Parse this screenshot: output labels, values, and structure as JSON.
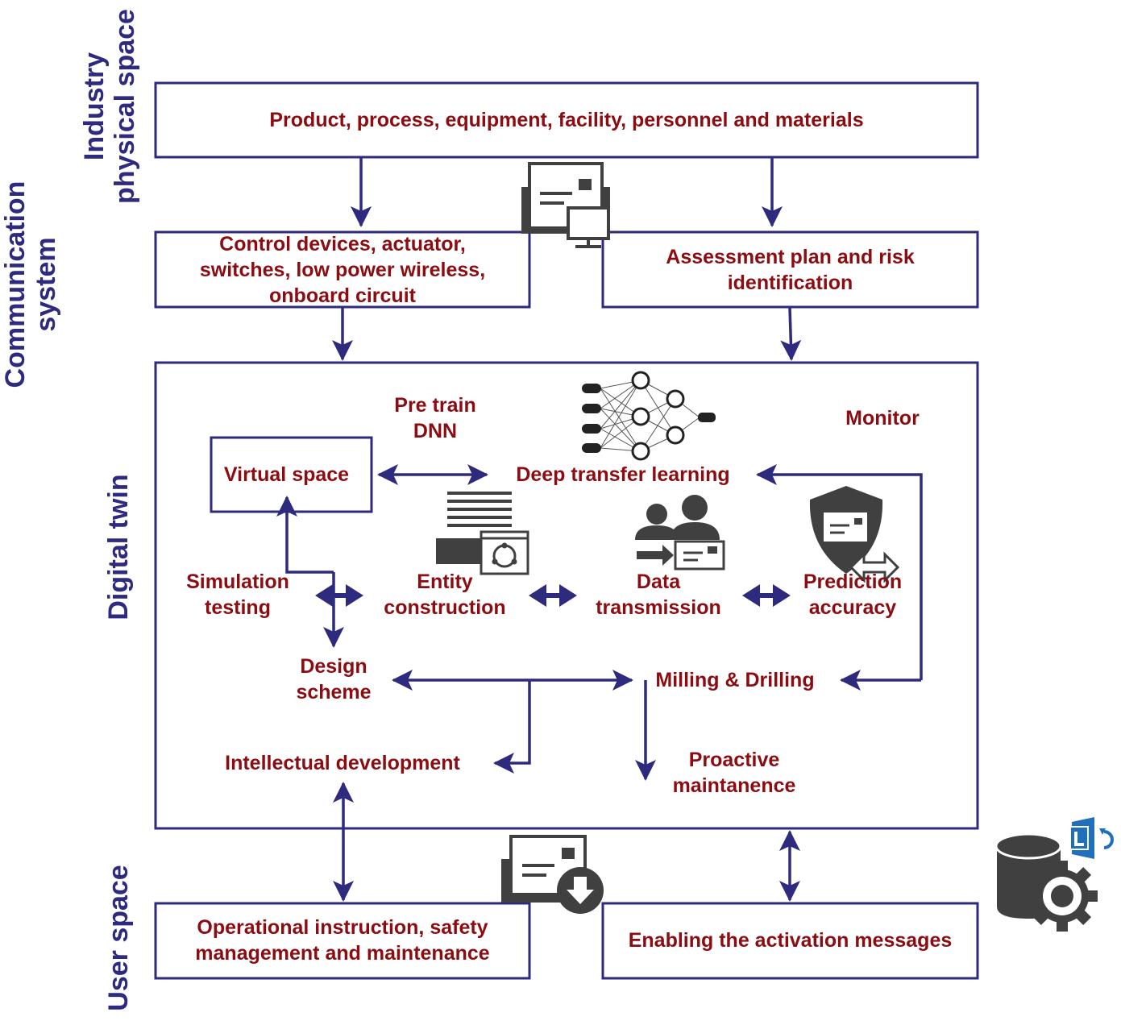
{
  "side_labels": {
    "industry_line1": "Industry",
    "industry_line2": "physical space",
    "communication_line1": "Communication",
    "communication_line2": "system",
    "digital_twin": "Digital twin",
    "user_space": "User space"
  },
  "boxes": {
    "top": "Product, process, equipment, facility, personnel and materials",
    "control_line1": "Control devices, actuator,",
    "control_line2": "switches, low power wireless,",
    "control_line3": "onboard circuit",
    "assessment_line1": "Assessment plan and risk",
    "assessment_line2": "identification",
    "virtual_space": "Virtual space",
    "operational_line1": "Operational instruction, safety",
    "operational_line2": "management and maintenance",
    "enabling": "Enabling the activation messages"
  },
  "nodes": {
    "pretrain_line1": "Pre train",
    "pretrain_line2": "DNN",
    "monitor": "Monitor",
    "deep_transfer": "Deep transfer learning",
    "simulation_line1": "Simulation",
    "simulation_line2": "testing",
    "entity_line1": "Entity",
    "entity_line2": "construction",
    "data_line1": "Data",
    "data_line2": "transmission",
    "prediction_line1": "Prediction",
    "prediction_line2": "accuracy",
    "design_line1": "Design",
    "design_line2": "scheme",
    "milling": "Milling & Drilling",
    "intellectual": "Intellectual development",
    "proactive_line1": "Proactive",
    "proactive_line2": "maintanence"
  },
  "colors": {
    "border": "#2e2a7d",
    "text": "#8b0d12",
    "icon": "#404040"
  },
  "icons": [
    "computer-monitor-icon",
    "neural-network-icon",
    "document-server-icon",
    "users-transfer-icon",
    "security-shield-icon",
    "download-computer-icon",
    "database-settings-icon"
  ]
}
